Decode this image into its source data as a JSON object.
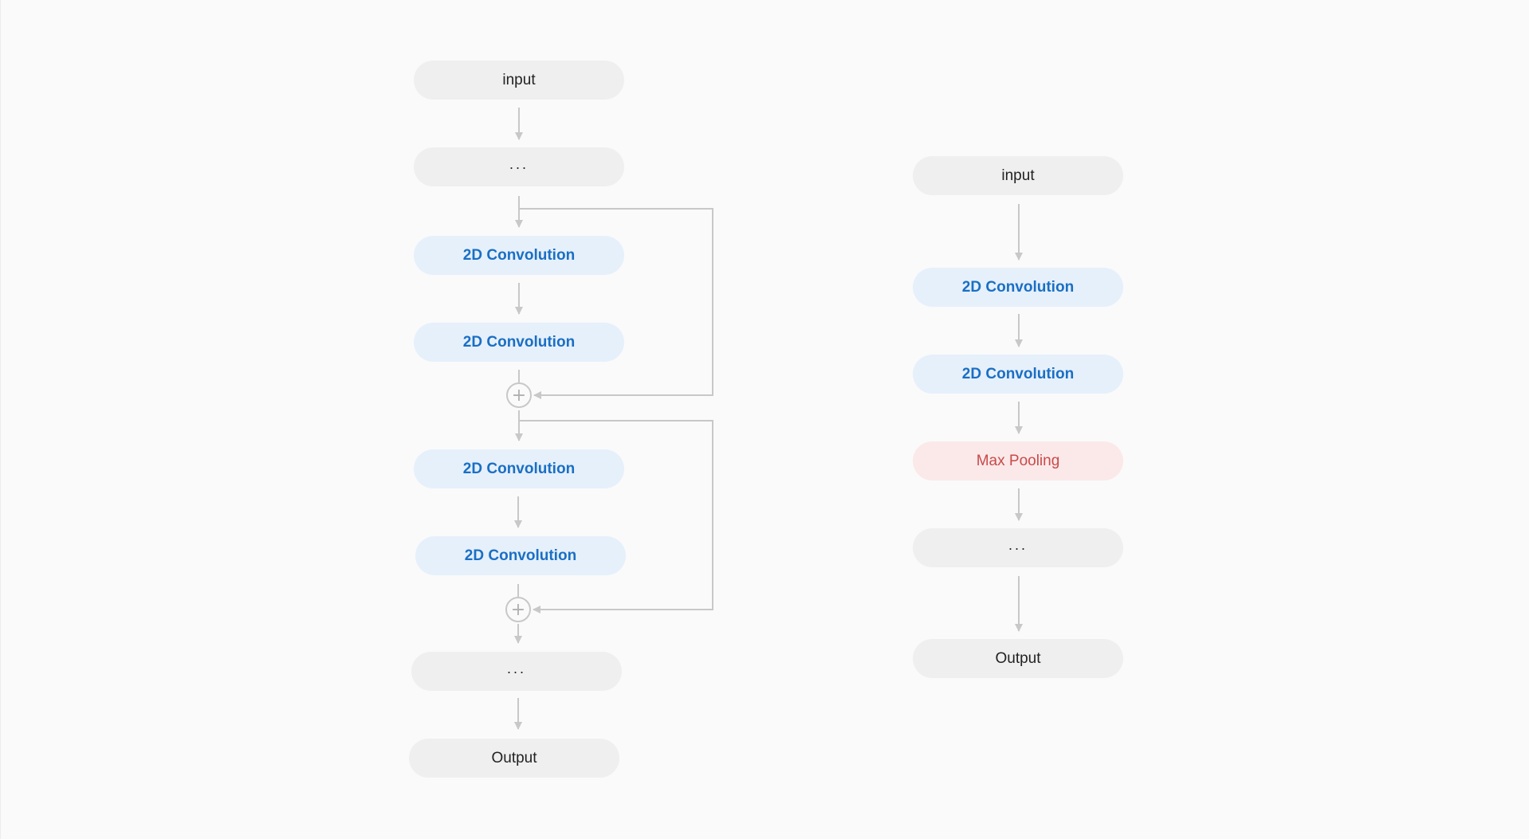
{
  "colors": {
    "background": "#fafafa",
    "node_plain": "#efefef",
    "node_conv": "#e6f0fb",
    "node_conv_text": "#1a6fc4",
    "node_pool": "#fbe9e9",
    "node_pool_text": "#c94a4a",
    "connector": "#c8c8c8"
  },
  "residual_diagram": {
    "nodes": [
      {
        "label": "input",
        "kind": "plain"
      },
      {
        "label": "...",
        "kind": "plain"
      },
      {
        "label": "2D Convolution",
        "kind": "conv"
      },
      {
        "label": "2D Convolution",
        "kind": "conv"
      },
      {
        "label": "2D Convolution",
        "kind": "conv"
      },
      {
        "label": "2D Convolution",
        "kind": "conv"
      },
      {
        "label": "...",
        "kind": "plain"
      },
      {
        "label": "Output",
        "kind": "plain"
      }
    ],
    "add_symbol": "+"
  },
  "plain_diagram": {
    "nodes": [
      {
        "label": "input",
        "kind": "plain"
      },
      {
        "label": "2D Convolution",
        "kind": "conv"
      },
      {
        "label": "2D Convolution",
        "kind": "conv"
      },
      {
        "label": "Max Pooling",
        "kind": "pool"
      },
      {
        "label": "...",
        "kind": "plain"
      },
      {
        "label": "Output",
        "kind": "plain"
      }
    ]
  }
}
